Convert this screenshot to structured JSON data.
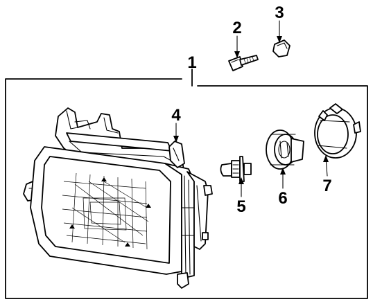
{
  "callouts": {
    "assembly": "1",
    "screw": "2",
    "nut": "3",
    "bracket": "4",
    "bulb": "5",
    "socket": "6",
    "retainer": "7"
  }
}
